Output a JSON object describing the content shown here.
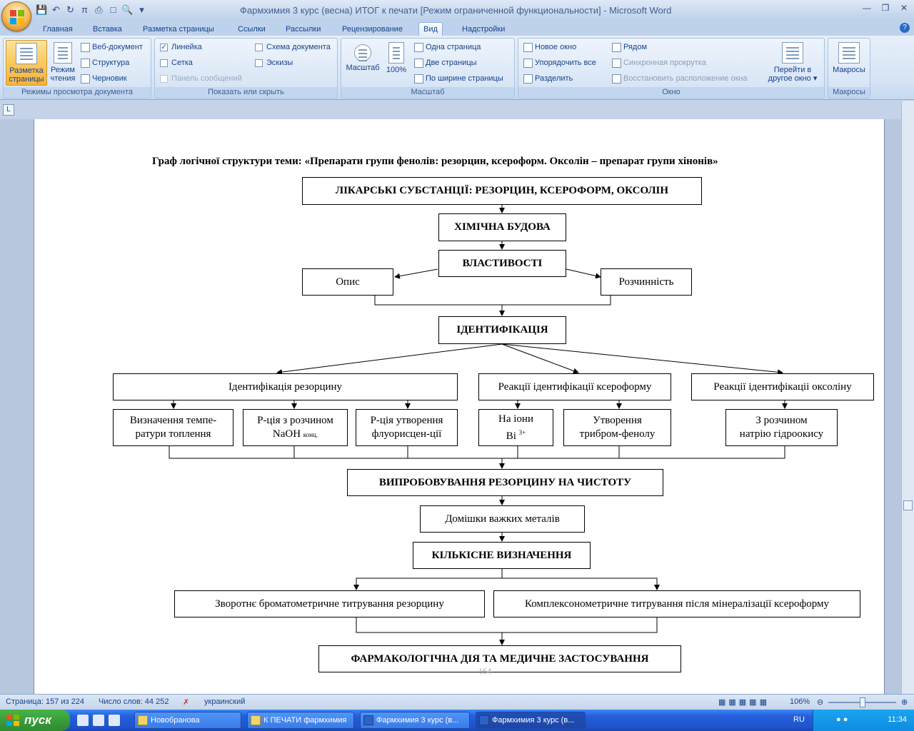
{
  "window": {
    "title": "Фармхимия 3 курс (весна) ИТОГ к печати [Режим ограниченной функциональности] - Microsoft Word"
  },
  "tabs": [
    "Главная",
    "Вставка",
    "Разметка страницы",
    "Ссылки",
    "Рассылки",
    "Рецензирование",
    "Вид",
    "Надстройки"
  ],
  "active_tab": "Вид",
  "ribbon": {
    "views": {
      "label": "Режимы просмотра документа",
      "print_layout": "Разметка страницы",
      "reading": "Режим чтения",
      "web": "Веб-документ",
      "outline": "Структура",
      "draft": "Черновик"
    },
    "show": {
      "label": "Показать или скрыть",
      "ruler": "Линейка",
      "gridlines": "Сетка",
      "message_bar": "Панель сообщений",
      "doc_map": "Схема документа",
      "thumbnails": "Эскизы"
    },
    "zoom": {
      "label": "Масштаб",
      "zoom": "Масштаб",
      "hundred": "100%",
      "one_page": "Одна страница",
      "two_pages": "Две страницы",
      "page_width": "По ширине страницы"
    },
    "window": {
      "label": "Окно",
      "new_window": "Новое окно",
      "arrange_all": "Упорядочить все",
      "split": "Разделить",
      "side_by_side": "Рядом",
      "sync_scroll": "Синхронная прокрутка",
      "reset_position": "Восстановить расположение окна",
      "switch_windows": "Перейти в другое окно"
    },
    "macros": {
      "label": "Макросы",
      "macros": "Макросы"
    }
  },
  "document": {
    "heading": "Граф логічної структури теми: «Препарати групи фенолів: резорцин, ксероформ. Оксолін – препарат групи хінонів»",
    "nodes": {
      "substances": "ЛІКАРСЬКІ СУБСТАНЦІЇ: РЕЗОРЦИН, КСЕРОФОРМ,  ОКСОЛІН",
      "structure": "ХІМІЧНА БУДОВА",
      "properties": "ВЛАСТИВОСТІ",
      "description": "Опис",
      "solubility": "Розчинність",
      "identification": "ІДЕНТИФІКАЦІЯ",
      "id_resorcin": "Ідентифікація резорцину",
      "id_xeroform": "Реакції ідентифікації ксероформу",
      "id_oxolin": "Реакції ідентифікаціі оксоліну",
      "melting_1": "Визначення темпе-",
      "melting_2": "ратури топлення",
      "naoh_1": "Р-ція з розчином",
      "naoh_2": "NaOH",
      "naoh_sub": "конц.",
      "fluor_1": "Р-ція утворення",
      "fluor_2": "флуорисцен-ції",
      "bi_1": "На іони",
      "bi_2": "Ві",
      "bi_sup": "3+",
      "tribrom_1": "Утворення",
      "tribrom_2": "трибром-фенолу",
      "naoh_ox_1": "З розчином",
      "naoh_ox_2": "натрію гідроокису",
      "purity": "ВИПРОБОВУВАННЯ РЕЗОРЦИНУ НА ЧИСТОТУ",
      "heavy_metals": "Домішки важких металів",
      "assay": "КІЛЬКІСНЕ ВИЗНАЧЕННЯ",
      "bromatometry": "Зворотнє броматометричне титрування резорцину",
      "complexometry": "Комплексонометричне титрування після мінералізації ксероформу",
      "pharmacology": "ФАРМАКОЛОГІЧНА ДІЯ ТА МЕДИЧНЕ ЗАСТОСУВАННЯ"
    },
    "page_number": "164"
  },
  "statusbar": {
    "page": "Страница: 157 из 224",
    "words": "Число слов: 44 252",
    "language": "украинский",
    "zoom": "106%"
  },
  "taskbar": {
    "start": "пуск",
    "tasks": [
      "Новобранова",
      "К ПЕЧАТИ фармхимия",
      "Фармхимия 3 курс (в...",
      "Фармхимия 3 курс (в..."
    ],
    "lang": "RU",
    "clock": "11:34"
  }
}
